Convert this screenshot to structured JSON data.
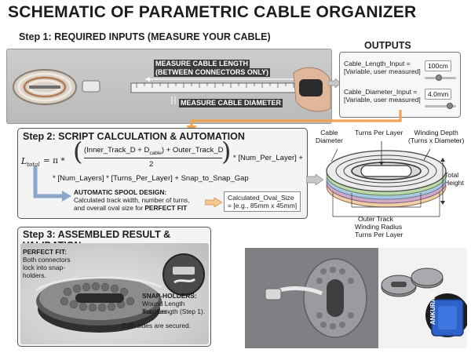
{
  "title": "SCHEMATIC OF PARAMETRIC CABLE ORGANIZER",
  "step1": {
    "heading": "Step 1: REQUIRED INPUTS (MEASURE YOUR CABLE)",
    "ann_length_1": "MEASURE CABLE LENGTH",
    "ann_length_2": "(BETWEEN CONNECTORS ONLY)",
    "ann_diameter": "MEASURE CABLE DIAMETER"
  },
  "outputs": {
    "heading": "OUTPUTS",
    "length_label_1": "Cable_Length_Input =",
    "length_label_2": "[Variable, user measured]",
    "length_value": "100cm",
    "length_fill": 0.45,
    "diameter_label_1": "Cable_Diameter_Input =",
    "diameter_label_2": "[Variable, user measured]",
    "diameter_value": "4.0mm",
    "diameter_fill": 0.8
  },
  "step2": {
    "heading": "Step 2: SCRIPT CALCULATION & AUTOMATION",
    "lhs": "L",
    "lhs_sub": "total",
    "eq": "= π *",
    "numer": "(Inner_Track_D + D",
    "numer_sub": "cable",
    "numer_end": ") + Outer_Track_D",
    "denom": "2",
    "tail1": "* [Num_Per_Layer] +",
    "line2": "* [Num_Layers] * [Turns_Per_Layer] + Snap_to_Snap_Gap",
    "auto_head": "AUTOMATIC SPOOL DESIGN:",
    "auto_1": "Calculated track width, number of turns,",
    "auto_2a": "and overall oval size for ",
    "auto_2b": "PERFECT FIT",
    "result_1": "Calculated_Oval_Size",
    "result_2": "= [e.g., 85mm x 45mm]"
  },
  "diagram": {
    "cable_diameter_1": "Cable",
    "cable_diameter_2": "Diameter",
    "turns_per_layer": "Turns Per Layer",
    "winding_depth_1": "Winding Depth",
    "winding_depth_2": "(Turns x Diameter)",
    "total_height_1": "Total",
    "total_height_2": "Height",
    "outer_track": "Outer Track",
    "winding_radius": "Winding Radius",
    "turns_per_layer_bottom": "Turns Per Layer"
  },
  "step3": {
    "heading": "Step 3: ASSEMBLED RESULT & VALIDATION",
    "fit_head": "PERFECT FIT:",
    "fit_1": "Both connectors",
    "fit_2": "lock into snap-",
    "fit_3": "holders.",
    "snap_head": "SNAP-HOLDERS:",
    "snap_1": "Wound Length matches",
    "snap_2": "Total Length (Step 1).",
    "secured": "Both sides are secured."
  },
  "brand_text": "ANKURAN"
}
